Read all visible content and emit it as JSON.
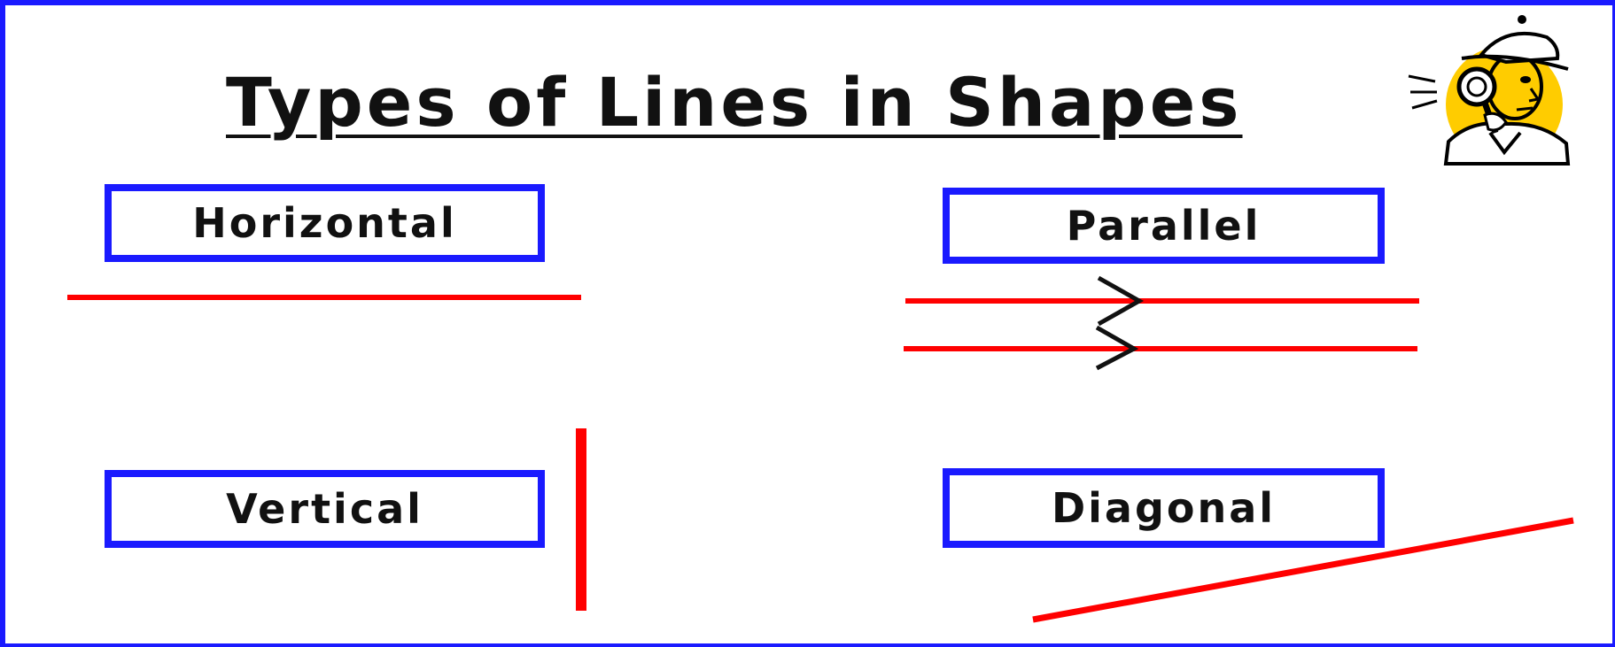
{
  "title": "Types of Lines in Shapes",
  "labels": {
    "horizontal": "Horizontal",
    "parallel": "Parallel",
    "vertical": "Vertical",
    "diagonal": "Diagonal"
  },
  "icons": {
    "detective": "detective-with-magnifying-glass-icon"
  },
  "colors": {
    "border": "#1a1aff",
    "line": "#ff0000",
    "text": "#111111",
    "icon_circle": "#ffcc00"
  }
}
